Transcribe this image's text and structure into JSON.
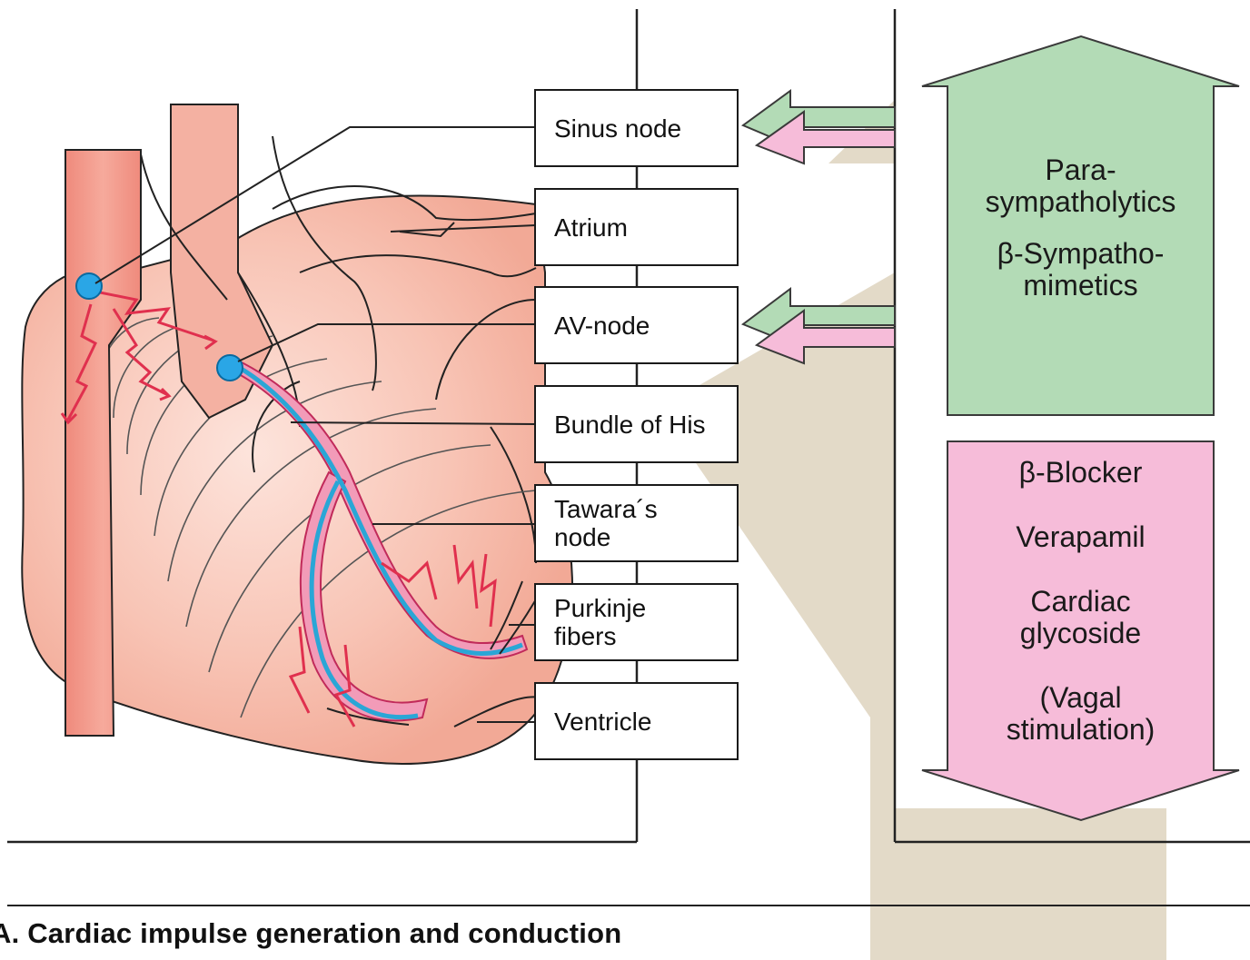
{
  "structures": [
    {
      "id": "sinus",
      "label": "Sinus node"
    },
    {
      "id": "atrium",
      "label": "Atrium"
    },
    {
      "id": "av",
      "label": "AV-node"
    },
    {
      "id": "his",
      "label": "Bundle of His"
    },
    {
      "id": "tawara",
      "label": "Tawara´s node"
    },
    {
      "id": "purkinje",
      "label": "Purkinje fibers"
    },
    {
      "id": "ventricle",
      "label": "Ventricle"
    }
  ],
  "increase_box": {
    "color": "#b3dbb6",
    "items": [
      "Para-sympatholytics",
      "β-Sympatho-mimetics"
    ]
  },
  "decrease_box": {
    "color": "#f6bcd9",
    "items": [
      "β-Blocker",
      "Verapamil",
      "Cardiac glycoside",
      "(Vagal stimulation)"
    ]
  },
  "caption": "A. Cardiac impulse generation and conduction"
}
